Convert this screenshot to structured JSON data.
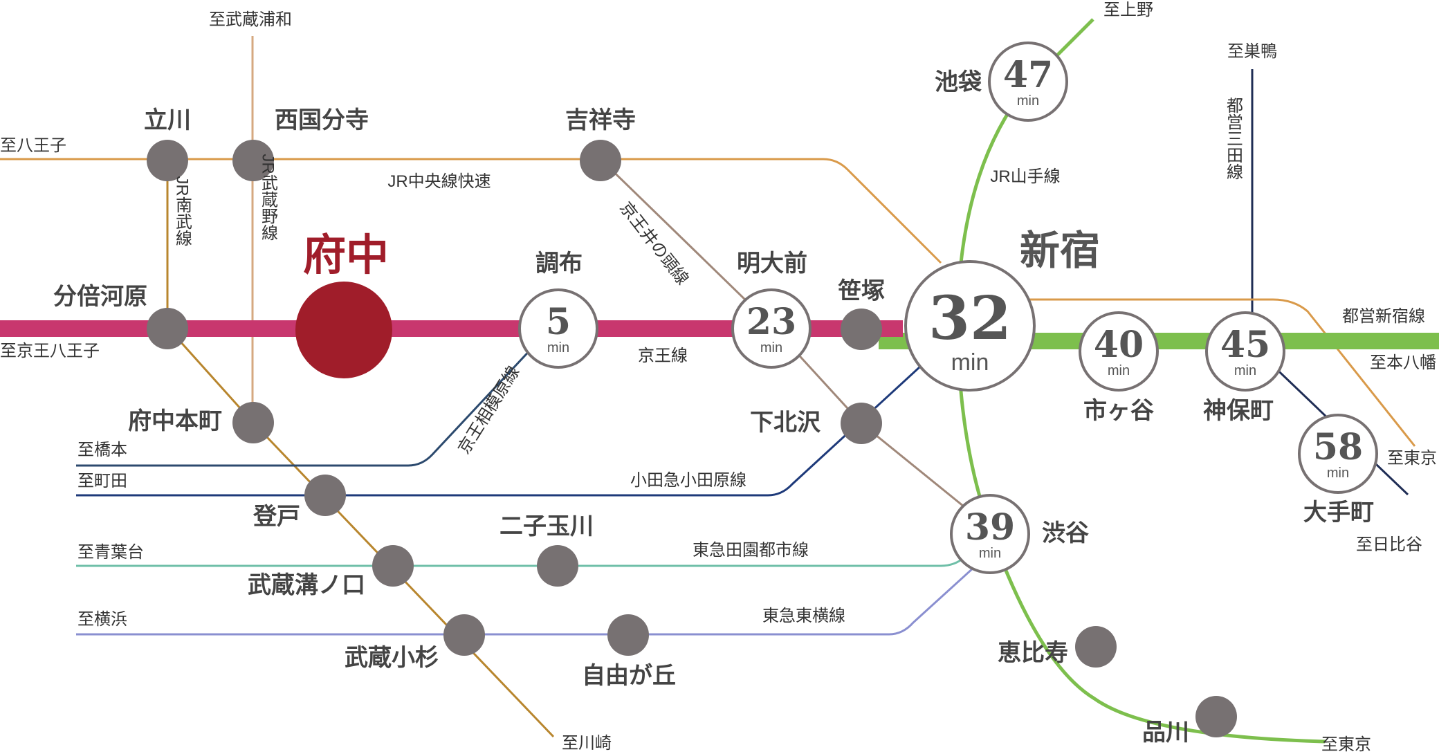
{
  "colors": {
    "keio": "#c8376e",
    "chuo": "#d99a4a",
    "nambu": "#d6a05a",
    "musashino": "#d6a880",
    "yamanote": "#7dbf4d",
    "shinjuku_line": "#7dbf4d",
    "mita": "#1f2d55",
    "inokashira": "#a0887a",
    "odakyu": "#1e3a7a",
    "sagamihara": "#2c4a6e",
    "denentoshi": "#6fbfa8",
    "toyoko": "#8a8fd0",
    "station": "#777172",
    "fuchu": "#a01d2a"
  },
  "main_station": {
    "label": "府中"
  },
  "hub": {
    "label": "新宿",
    "value": "32",
    "unit": "min"
  },
  "timed_stations": [
    {
      "id": "chofu",
      "label": "調布",
      "value": "5",
      "unit": "min"
    },
    {
      "id": "meidaimae",
      "label": "明大前",
      "value": "23",
      "unit": "min"
    },
    {
      "id": "ikebukuro",
      "label": "池袋",
      "value": "47",
      "unit": "min"
    },
    {
      "id": "ichigaya",
      "label": "市ヶ谷",
      "value": "40",
      "unit": "min"
    },
    {
      "id": "jimbocho",
      "label": "神保町",
      "value": "45",
      "unit": "min"
    },
    {
      "id": "otemachi",
      "label": "大手町",
      "value": "58",
      "unit": "min"
    },
    {
      "id": "shibuya",
      "label": "渋谷",
      "value": "39",
      "unit": "min"
    }
  ],
  "stations": [
    {
      "id": "tachikawa",
      "label": "立川"
    },
    {
      "id": "nishikokubunji",
      "label": "西国分寺"
    },
    {
      "id": "kichijoji",
      "label": "吉祥寺"
    },
    {
      "id": "bubaigawara",
      "label": "分倍河原"
    },
    {
      "id": "fuchuhommachi",
      "label": "府中本町"
    },
    {
      "id": "sasazuka",
      "label": "笹塚"
    },
    {
      "id": "shimokitazawa",
      "label": "下北沢"
    },
    {
      "id": "noborito",
      "label": "登戸"
    },
    {
      "id": "futakotamagawa",
      "label": "二子玉川"
    },
    {
      "id": "musashimizonokuchi",
      "label": "武蔵溝ノ口"
    },
    {
      "id": "musashikosugi",
      "label": "武蔵小杉"
    },
    {
      "id": "jiyugaoka",
      "label": "自由が丘"
    },
    {
      "id": "ebisu",
      "label": "恵比寿"
    },
    {
      "id": "shinagawa",
      "label": "品川"
    }
  ],
  "lines": {
    "chuo": "JR中央線快速",
    "nambu": "JR南武線",
    "musashino": "JR武蔵野線",
    "inokashira": "京王井の頭線",
    "keio": "京王線",
    "sagamihara": "京王相模原線",
    "odakyu": "小田急小田原線",
    "denentoshi": "東急田園都市線",
    "toyoko": "東急東横線",
    "yamanote": "JR山手線",
    "mita": "都営三田線",
    "shinjuku": "都営新宿線"
  },
  "destinations": {
    "musashiurawa": "至武蔵浦和",
    "hachioji": "至八王子",
    "keiohachioji": "至京王八王子",
    "hashimoto": "至橋本",
    "machida": "至町田",
    "aobadai": "至青葉台",
    "yokohama": "至横浜",
    "kawasaki": "至川崎",
    "ueno": "至上野",
    "sugamo": "至巣鴨",
    "motoyawata": "至本八幡",
    "tokyo_chuo": "至東京",
    "hibiya": "至日比谷",
    "tokyo_yamanote": "至東京"
  }
}
